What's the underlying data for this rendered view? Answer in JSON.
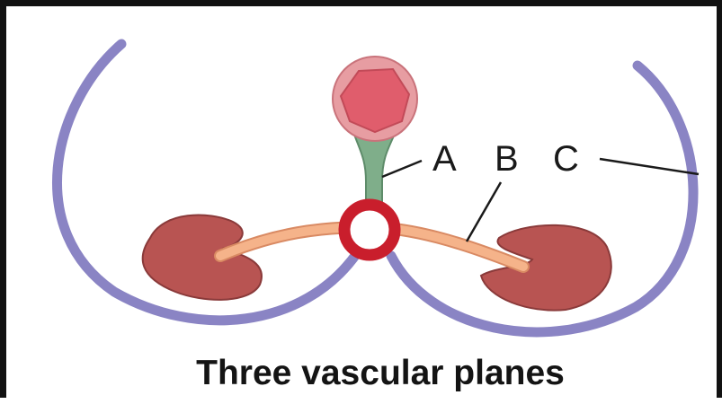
{
  "labels": {
    "a": "A",
    "b": "B",
    "c": "C"
  },
  "caption": "Three vascular planes",
  "colors": {
    "ribs": "#8a84c4",
    "kidneys": "#b85452",
    "kidney_outline": "#8a3a3a",
    "umbilical_vein": "#7fae8a",
    "umbilical_vein_outline": "#5e8c6a",
    "placenta_outer": "#e79da2",
    "placenta_inner": "#e05d6c",
    "aorta": "#c91e2c",
    "renal_vessels": "#f5b38a",
    "frame": "#111111"
  }
}
